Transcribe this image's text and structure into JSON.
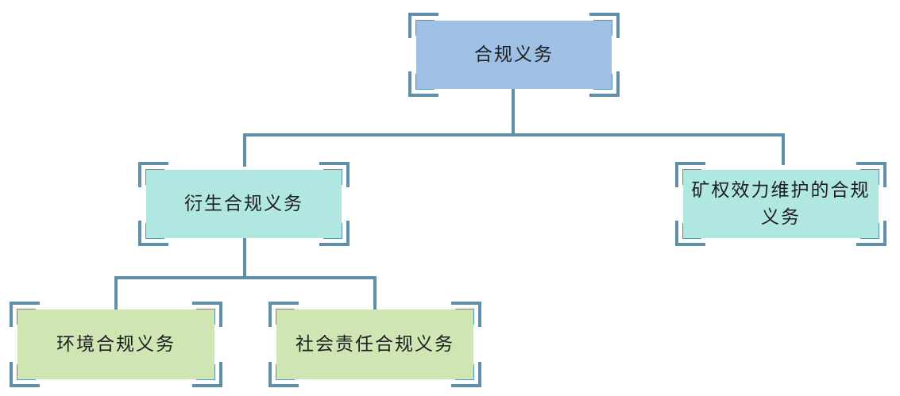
{
  "colors": {
    "root_fill": "#9dc0e4",
    "level2_fill": "#b0e7e1",
    "level3_fill": "#cfe5b4",
    "connector": "#5f8fa9"
  },
  "nodes": {
    "root": {
      "label": "合规义务"
    },
    "derived": {
      "label": "衍生合规义务"
    },
    "mining_rights": {
      "label": "矿权效力维护的合规义务"
    },
    "environment": {
      "label": "环境合规义务"
    },
    "social_responsibility": {
      "label": "社会责任合规义务"
    }
  }
}
